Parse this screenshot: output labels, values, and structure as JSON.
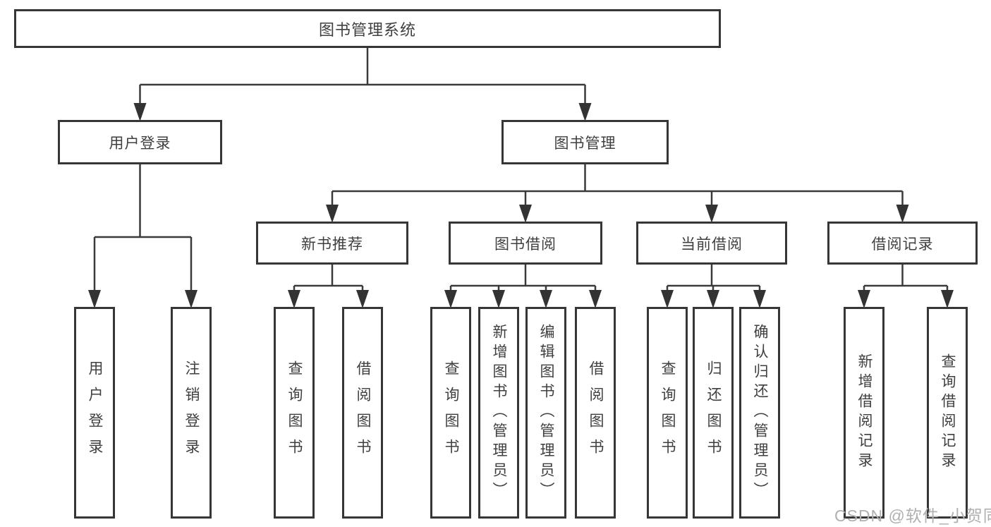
{
  "tree": {
    "root": {
      "label": "图书管理系统"
    },
    "branches": [
      {
        "label": "用户登录",
        "children": [
          {
            "label": "用户登录"
          },
          {
            "label": "注销登录"
          }
        ]
      },
      {
        "label": "图书管理",
        "children": [
          {
            "label": "新书推荐",
            "children": [
              {
                "label": "查询图书"
              },
              {
                "label": "借阅图书"
              }
            ]
          },
          {
            "label": "图书借阅",
            "children": [
              {
                "label": "查询图书"
              },
              {
                "label": "新增图书（管理员）"
              },
              {
                "label": "编辑图书（管理员）"
              },
              {
                "label": "借阅图书"
              }
            ]
          },
          {
            "label": "当前借阅",
            "children": [
              {
                "label": "查询图书"
              },
              {
                "label": "归还图书"
              },
              {
                "label": "确认归还（管理员）"
              }
            ]
          },
          {
            "label": "借阅记录",
            "children": [
              {
                "label": "新增借阅记录"
              },
              {
                "label": "查询借阅记录"
              }
            ]
          }
        ]
      }
    ]
  },
  "watermark": "CSDN @软件_小贺同学",
  "colors": {
    "line": "#3a3a3a",
    "box_border": "#363636",
    "text": "#3f3f3f",
    "watermark": "#b0b0b0",
    "background": "#ffffff"
  }
}
